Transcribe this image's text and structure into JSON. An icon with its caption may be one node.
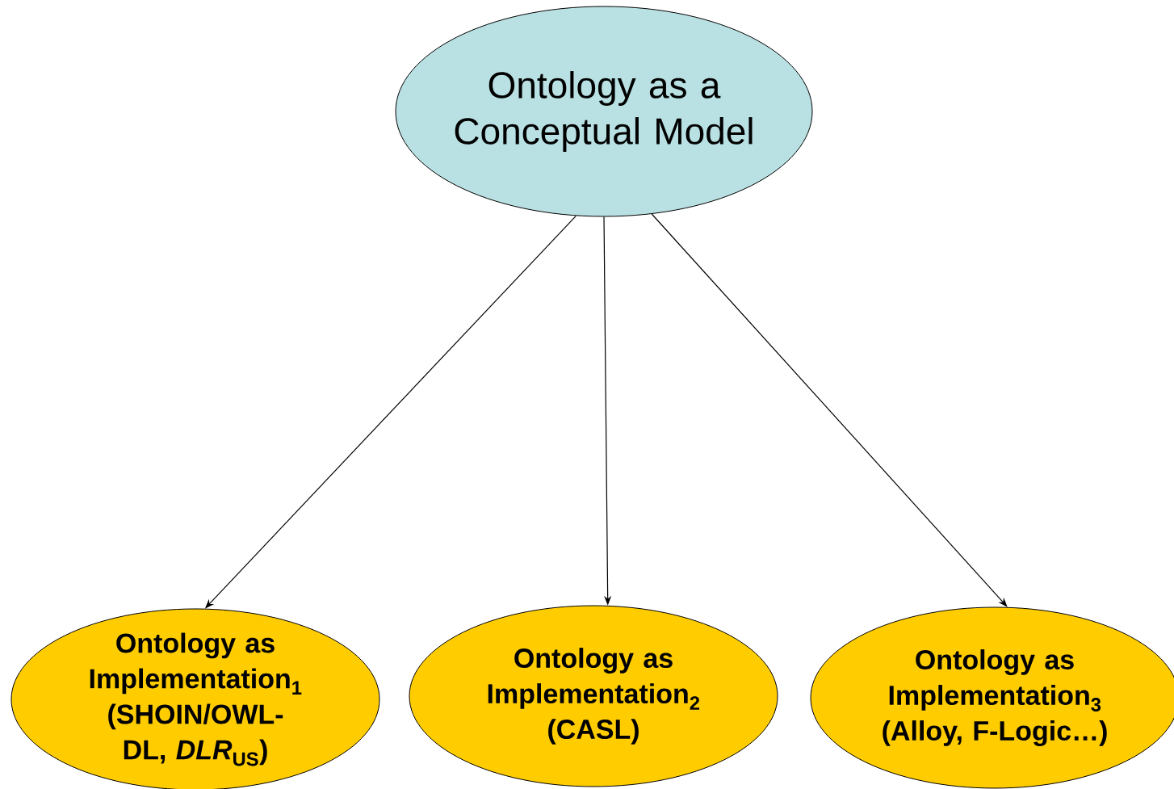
{
  "diagram": {
    "nodes": [
      {
        "text": [
          "Ontology as a Conceptual Model"
        ]
      },
      {
        "text": [
          "Ontology as Implementation$_{1}$ (SHOIN/OWL-DL, *DLR*$_{US}$)"
        ]
      },
      {
        "text": [
          "Ontology as Implementation$_{2}$ (CASL)"
        ]
      },
      {
        "text": [
          "Ontology as Implementation$_{3}$ (Alloy, F-Logic…)"
        ]
      }
    ],
    "edges": [
      {
        "from": 0,
        "to": 1,
        "arrow": "to"
      },
      {
        "from": 0,
        "to": 2,
        "arrow": "to"
      },
      {
        "from": 0,
        "to": 3,
        "arrow": "to"
      }
    ]
  }
}
